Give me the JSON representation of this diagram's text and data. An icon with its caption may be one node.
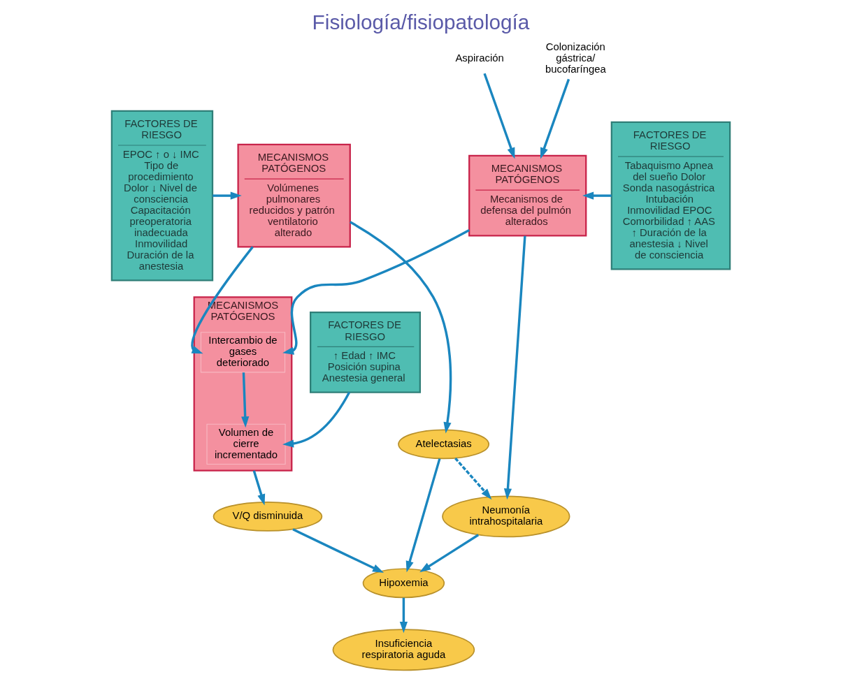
{
  "diagram": {
    "title": "Fisiología/fisiopatología",
    "nodes": [
      {
        "text": [
          "FACTORES DE RIESGO",
          "EPOC ↑ o ↓ IMC Tipo de procedimiento Dolor ↓ Nivel de consciencia Capacitación preoperatoria inadecuada Inmovilidad Duración de la anestesia"
        ]
      },
      {
        "text": [
          "MECANISMOS PATÓGENOS",
          "Volúmenes pulmonares reducidos y patrón ventilatorio alterado"
        ]
      },
      {
        "text": [
          "MECANISMOS PATÓGENOS"
        ]
      },
      {
        "text": [
          "Intercambio de gases deteriorado"
        ],
        "in": 2
      },
      {
        "text": [
          "Volumen de cierre incrementado"
        ],
        "in": 2
      },
      {
        "text": [
          "MECANISMOS PATÓGENOS",
          "Mecanismos de defensa del pulmón alterados"
        ]
      },
      {
        "text": [
          "Aspiración"
        ]
      },
      {
        "text": [
          "Colonización gástrica/ bucofaríngea"
        ]
      },
      {
        "text": [
          "FACTORES DE RIESGO",
          "Tabaquismo Apnea del sueño Dolor Sonda nasogástrica Intubación Inmovilidad EPOC Comorbilidad ↑ AAS ↑ Duración de la anestesia ↓ Nivel de consciencia"
        ]
      },
      {
        "text": [
          "FACTORES DE RIESGO",
          "↑ Edad ↑ IMC Posición supina Anestesia general"
        ]
      },
      {
        "text": [
          "V/Q disminuida"
        ]
      },
      {
        "text": [
          "Atelectasias"
        ]
      },
      {
        "text": [
          "Neumonía intrahospitalaria"
        ]
      },
      {
        "text": [
          "Hipoxemia"
        ]
      },
      {
        "text": [
          "Insuficiencia respiratoria aguda"
        ]
      }
    ],
    "edges": [
      {
        "from": 0,
        "to": 1,
        "arrow": "to"
      },
      {
        "from": 1,
        "to": 3,
        "arrow": "to"
      },
      {
        "from": 5,
        "to": 3,
        "arrow": "to"
      },
      {
        "from": 3,
        "to": 4,
        "arrow": "to"
      },
      {
        "from": 9,
        "to": 4,
        "arrow": "to"
      },
      {
        "from": 6,
        "to": 5,
        "arrow": "to"
      },
      {
        "from": 7,
        "to": 5,
        "arrow": "to"
      },
      {
        "from": 8,
        "to": 5,
        "arrow": "to"
      },
      {
        "from": 2,
        "to": 10,
        "arrow": "to"
      },
      {
        "from": 1,
        "to": 11,
        "arrow": "to"
      },
      {
        "from": 10,
        "to": 13,
        "arrow": "to"
      },
      {
        "from": 5,
        "to": 12,
        "arrow": "to"
      },
      {
        "from": 11,
        "to": 12,
        "arrow": "to",
        "style": "dashed"
      },
      {
        "from": 11,
        "to": 13,
        "arrow": "to"
      },
      {
        "from": 12,
        "to": 13,
        "arrow": "to"
      },
      {
        "from": 13,
        "to": 14,
        "arrow": "to"
      }
    ]
  }
}
